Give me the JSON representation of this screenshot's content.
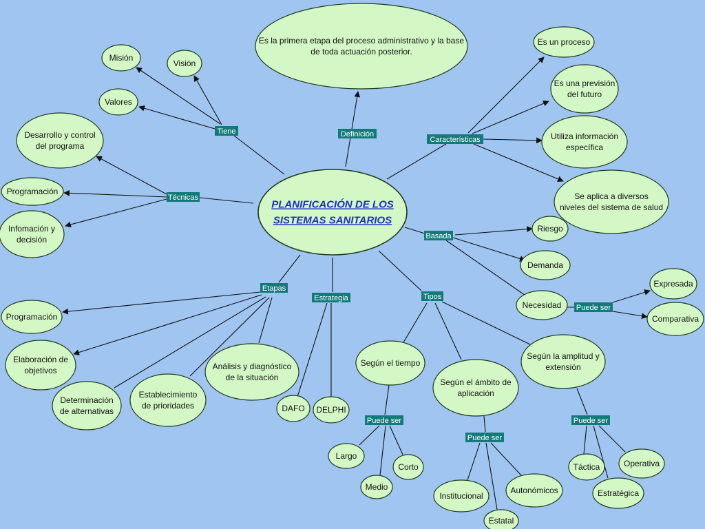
{
  "diagram": {
    "center": {
      "line1": "PLANIFICACIÓN DE LOS",
      "line2": "SISTEMAS SANITARIOS"
    },
    "labels": {
      "tiene": "Tiene",
      "definicion": "Definición",
      "caracteristicas": "Características",
      "tecnicas": "Técnicas",
      "basada": "Basada",
      "etapas": "Etapas",
      "estrategia": "Estrategia",
      "tipos": "Tipos",
      "puede_ser_necesidad": "Puede ser",
      "puede_ser_tiempo": "Puede ser",
      "puede_ser_ambito": "Puede ser",
      "puede_ser_amplitud": "Puede ser"
    },
    "nodes": {
      "definicion_text": {
        "line1": "Es la primera etapa del proceso administrativo y la base",
        "line2": "de toda actuación posterior."
      },
      "mision": {
        "line1": "Misión"
      },
      "vision": {
        "line1": "Visión"
      },
      "valores": {
        "line1": "Valores"
      },
      "desarrollo": {
        "line1": "Desarrollo y control",
        "line2": "del programa"
      },
      "programacion_tec": {
        "line1": "Programación"
      },
      "informacion": {
        "line1": "Infomación y",
        "line2": "decisión"
      },
      "es_proceso": {
        "line1": "Es un proceso"
      },
      "prevision": {
        "line1": "Es una previsión",
        "line2": "del futuro"
      },
      "utiliza": {
        "line1": "Utiliza información",
        "line2": "específica"
      },
      "aplica": {
        "line1": "Se aplica a diversos",
        "line2": "niveles del sistema de salud"
      },
      "riesgo": {
        "line1": "Riesgo"
      },
      "demanda": {
        "line1": "Demanda"
      },
      "necesidad": {
        "line1": "Necesidad"
      },
      "expresada": {
        "line1": "Expresada"
      },
      "comparativa": {
        "line1": "Comparativa"
      },
      "programacion_eta": {
        "line1": "Programación"
      },
      "elaboracion": {
        "line1": "Elaboración de",
        "line2": "objetivos"
      },
      "determinacion": {
        "line1": "Determinación",
        "line2": "de alternativas"
      },
      "establecimiento": {
        "line1": "Establecimiento",
        "line2": "de prioridades"
      },
      "analisis": {
        "line1": "Análisis y diagnóstico",
        "line2": "de la situación"
      },
      "dafo": {
        "line1": "DAFO"
      },
      "delphi": {
        "line1": "DELPHI"
      },
      "segun_tiempo": {
        "line1": "Según el tiempo"
      },
      "segun_ambito": {
        "line1": "Según el ámbito de",
        "line2": "aplicación"
      },
      "segun_amplitud": {
        "line1": "Según la amplitud y",
        "line2": "extensión"
      },
      "largo": {
        "line1": "Largo"
      },
      "corto": {
        "line1": "Corto"
      },
      "medio": {
        "line1": "Medio"
      },
      "institucional": {
        "line1": "Institucional"
      },
      "autonomicos": {
        "line1": "Autonómicos"
      },
      "estatal": {
        "line1": "Estatal"
      },
      "tactica": {
        "line1": "Táctica"
      },
      "operativa": {
        "line1": "Operativa"
      },
      "estrategica": {
        "line1": "Estratégica"
      }
    },
    "colors": {
      "background": "#9fc5f0",
      "node_fill": "#d4f7c6",
      "label_fill": "#137a7a",
      "center_text": "#1d2fc4"
    }
  }
}
